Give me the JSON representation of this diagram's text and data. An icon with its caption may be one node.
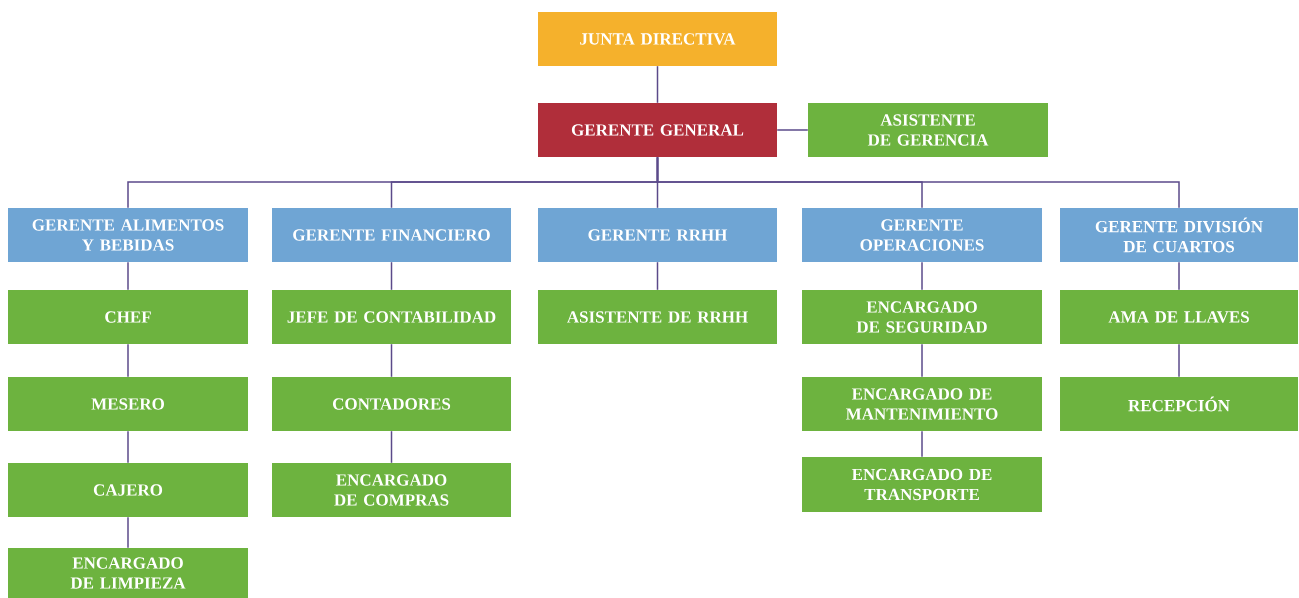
{
  "diagram": {
    "nodes": [
      {
        "text": [
          "JUNTA DIRECTIVA"
        ]
      },
      {
        "text": [
          "GERENTE GENERAL"
        ]
      },
      {
        "text": [
          "ASISTENTE DE GERENCIA"
        ]
      },
      {
        "text": [
          "GERENTE ALIMENTOS Y BEBIDAS"
        ]
      },
      {
        "text": [
          "GERENTE FINANCIERO"
        ]
      },
      {
        "text": [
          "GERENTE RRHH"
        ]
      },
      {
        "text": [
          "GERENTE OPERACIONES"
        ]
      },
      {
        "text": [
          "GERENTE DIVISIÓN DE CUARTOS"
        ]
      },
      {
        "text": [
          "CHEF"
        ]
      },
      {
        "text": [
          "JEFE DE CONTABILIDAD"
        ]
      },
      {
        "text": [
          "ASISTENTE DE RRHH"
        ]
      },
      {
        "text": [
          "ENCARGADO DE SEGURIDAD"
        ]
      },
      {
        "text": [
          "AMA DE LLAVES"
        ]
      },
      {
        "text": [
          "MESERO"
        ]
      },
      {
        "text": [
          "CONTADORES"
        ]
      },
      {
        "text": [
          "ENCARGADO DE MANTENIMIENTO"
        ]
      },
      {
        "text": [
          "RECEPCIÓN"
        ]
      },
      {
        "text": [
          "CAJERO"
        ]
      },
      {
        "text": [
          "ENCARGADO DE COMPRAS"
        ]
      },
      {
        "text": [
          "ENCARGADO DE TRANSPORTE"
        ]
      },
      {
        "text": [
          "ENCARGADO DE LIMPIEZA"
        ]
      }
    ],
    "edges": [
      {
        "from": 0,
        "to": 1,
        "arrow": "none"
      },
      {
        "from": 1,
        "to": 2,
        "arrow": "none"
      },
      {
        "from": 1,
        "to": 3,
        "arrow": "none"
      },
      {
        "from": 1,
        "to": 4,
        "arrow": "none"
      },
      {
        "from": 1,
        "to": 5,
        "arrow": "none"
      },
      {
        "from": 1,
        "to": 6,
        "arrow": "none"
      },
      {
        "from": 1,
        "to": 7,
        "arrow": "none"
      },
      {
        "from": 3,
        "to": 8,
        "arrow": "none"
      },
      {
        "from": 8,
        "to": 13,
        "arrow": "none"
      },
      {
        "from": 13,
        "to": 17,
        "arrow": "none"
      },
      {
        "from": 17,
        "to": 20,
        "arrow": "none"
      },
      {
        "from": 4,
        "to": 9,
        "arrow": "none"
      },
      {
        "from": 9,
        "to": 14,
        "arrow": "none"
      },
      {
        "from": 14,
        "to": 18,
        "arrow": "none"
      },
      {
        "from": 5,
        "to": 10,
        "arrow": "none"
      },
      {
        "from": 6,
        "to": 11,
        "arrow": "none"
      },
      {
        "from": 11,
        "to": 15,
        "arrow": "none"
      },
      {
        "from": 15,
        "to": 19,
        "arrow": "none"
      },
      {
        "from": 7,
        "to": 12,
        "arrow": "none"
      },
      {
        "from": 12,
        "to": 16,
        "arrow": "none"
      }
    ]
  }
}
